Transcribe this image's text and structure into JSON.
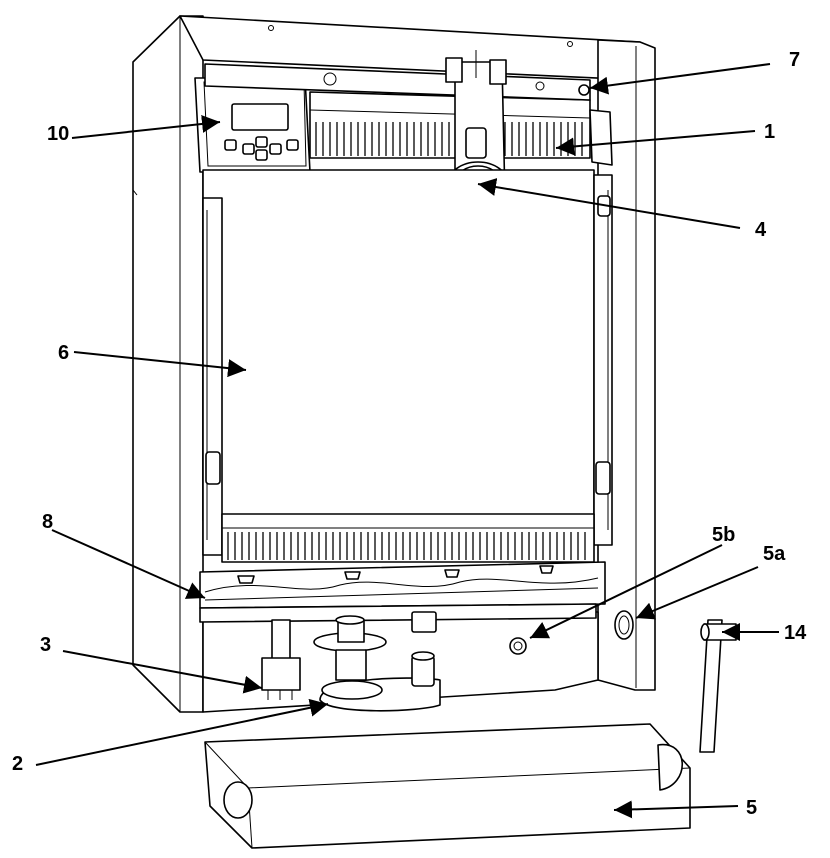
{
  "diagram": {
    "callouts": [
      {
        "id": "c10",
        "label": "10"
      },
      {
        "id": "c7",
        "label": "7"
      },
      {
        "id": "c1",
        "label": "1"
      },
      {
        "id": "c4",
        "label": "4"
      },
      {
        "id": "c6",
        "label": "6"
      },
      {
        "id": "c8",
        "label": "8"
      },
      {
        "id": "c5b",
        "label": "5b"
      },
      {
        "id": "c5a",
        "label": "5a"
      },
      {
        "id": "c3",
        "label": "3"
      },
      {
        "id": "c14",
        "label": "14"
      },
      {
        "id": "c2",
        "label": "2"
      },
      {
        "id": "c5",
        "label": "5"
      }
    ],
    "control_panel": {
      "display": "",
      "button_count": 6
    }
  }
}
